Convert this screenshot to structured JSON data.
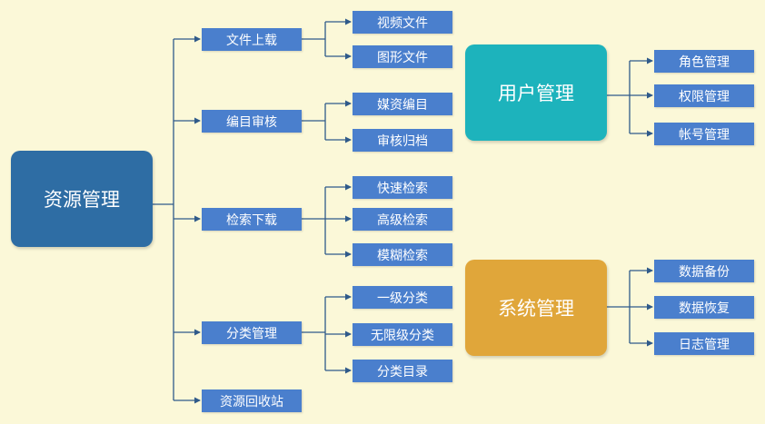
{
  "root": {
    "label": "资源管理"
  },
  "resource_children": [
    {
      "label": "文件上载",
      "children": [
        "视频文件",
        "图形文件"
      ]
    },
    {
      "label": "编目审核",
      "children": [
        "媒资编目",
        "审核归档"
      ]
    },
    {
      "label": "检索下载",
      "children": [
        "快速检索",
        "高级检索",
        "模糊检索"
      ]
    },
    {
      "label": "分类管理",
      "children": [
        "一级分类",
        "无限级分类",
        "分类目录"
      ]
    },
    {
      "label": "资源回收站",
      "children": []
    }
  ],
  "user_mgmt": {
    "label": "用户管理",
    "children": [
      "角色管理",
      "权限管理",
      "帐号管理"
    ]
  },
  "system_mgmt": {
    "label": "系统管理",
    "children": [
      "数据备份",
      "数据恢复",
      "日志管理"
    ]
  },
  "colors": {
    "background": "#fbf8d8",
    "root_box": "#2e6da4",
    "user_box": "#1db3bc",
    "system_box": "#e0a63a",
    "small_box": "#4a7fcd",
    "line": "#2f5a8a"
  }
}
